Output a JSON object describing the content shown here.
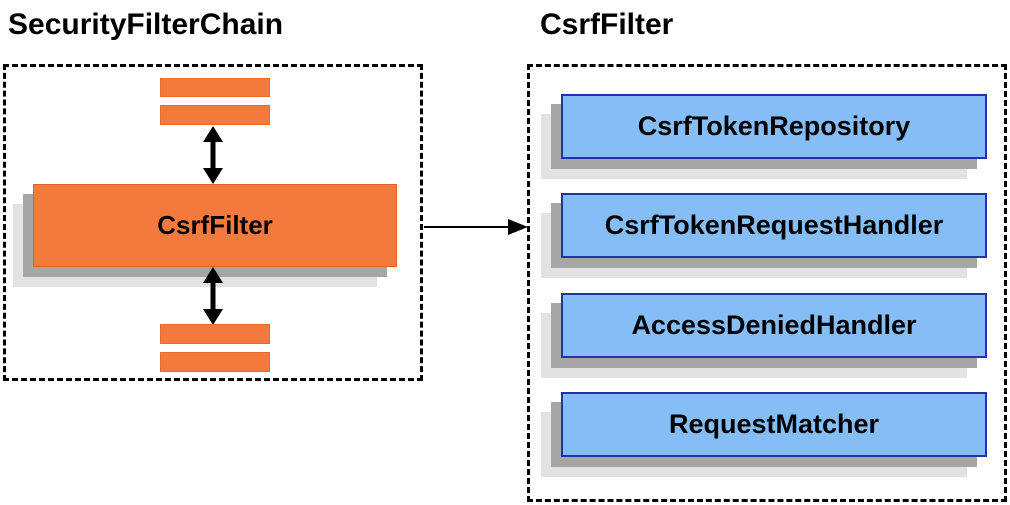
{
  "diagram": {
    "left_panel": {
      "title": "SecurityFilterChain",
      "filter_box_label": "CsrfFilter",
      "other_filters": [
        "filter-bar",
        "filter-bar",
        "filter-bar",
        "filter-bar"
      ]
    },
    "right_panel": {
      "title": "CsrfFilter",
      "items": [
        {
          "label": "CsrfTokenRepository"
        },
        {
          "label": "CsrfTokenRequestHandler"
        },
        {
          "label": "AccessDeniedHandler"
        },
        {
          "label": "RequestMatcher"
        }
      ]
    },
    "colors": {
      "orange_fill": "#f4793d",
      "blue_fill": "#85bef5",
      "blue_border": "#2233a8",
      "shadow_dark": "#a6a6a6",
      "shadow_light": "#e2e2e2",
      "line": "#000000",
      "text": "#000000",
      "background": "#ffffff"
    }
  }
}
